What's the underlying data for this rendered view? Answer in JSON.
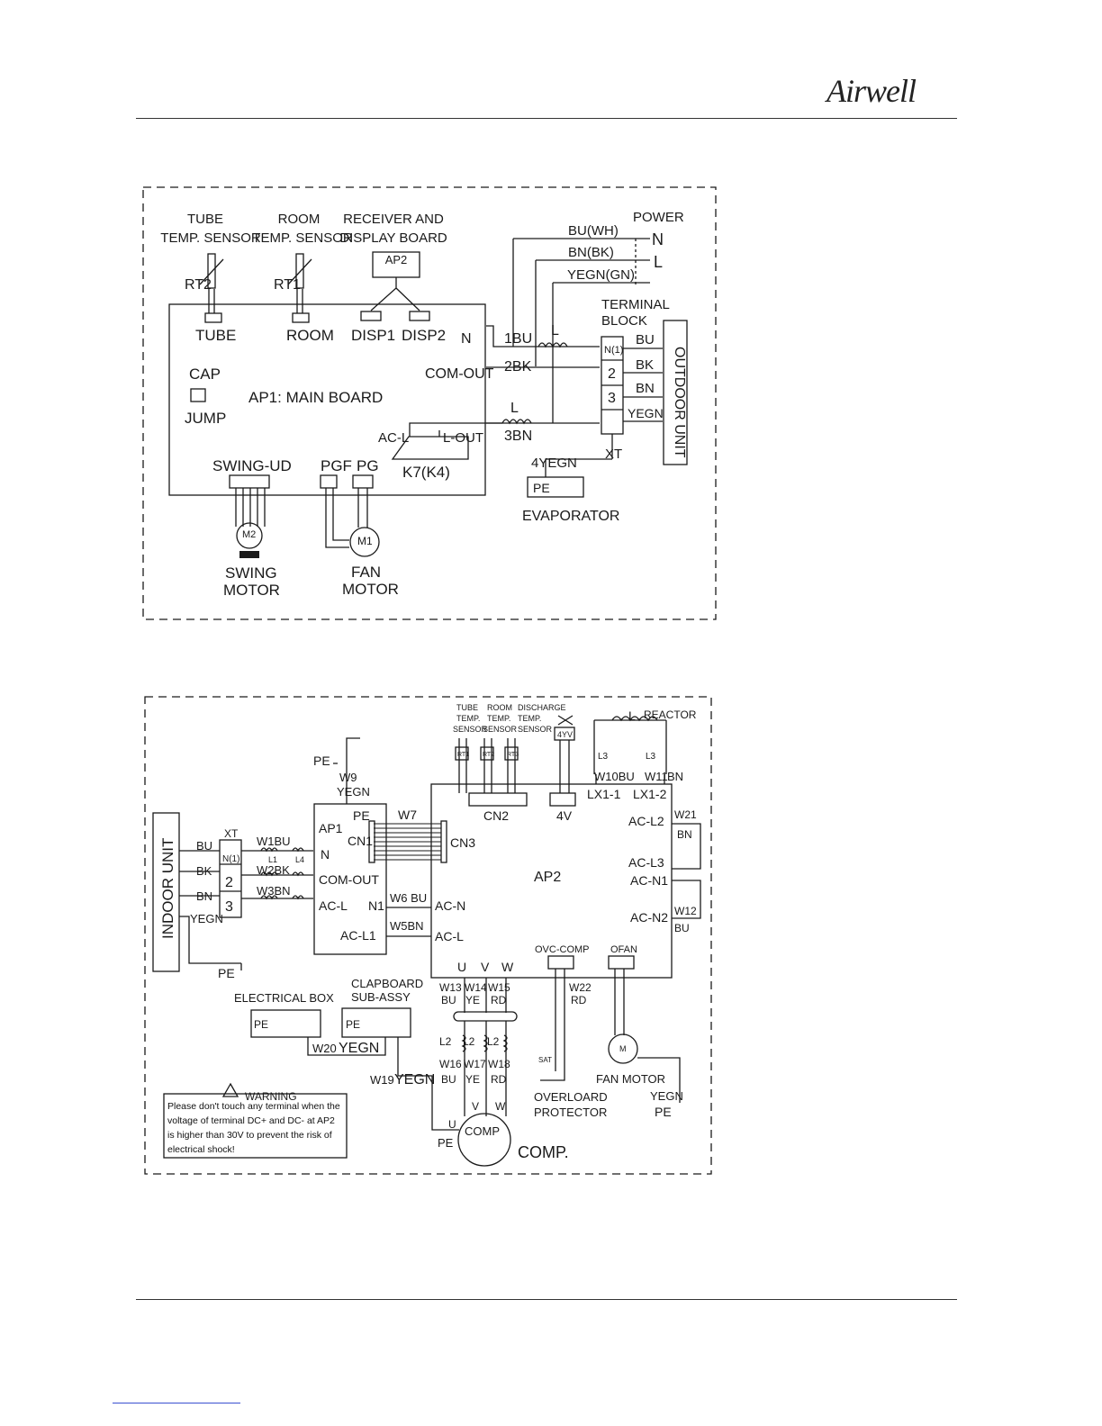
{
  "header": {
    "brand": "Airwell"
  },
  "indoor": {
    "tube_sensor": "TUBE",
    "temp_sensor": "TEMP. SENSOR",
    "room_sensor": "ROOM",
    "receiver": "RECEIVER AND",
    "display_board": "DISPLAY BOARD",
    "ap2": "AP2",
    "rt2": "RT2",
    "rt1": "RT1",
    "tube": "TUBE",
    "room": "ROOM",
    "disp1": "DISP1",
    "disp2": "DISP2",
    "cap": "CAP",
    "jump": "JUMP",
    "main_board": "AP1: MAIN BOARD",
    "swing_ud": "SWING-UD",
    "pgf": "PGF",
    "pg": "PG",
    "k7": "K7(K4)",
    "ac_l": "AC-L",
    "l_out": "L-OUT",
    "n": "N",
    "com_out": "COM-OUT",
    "w1": "1BU",
    "w2": "2BK",
    "w3": "3BN",
    "l": "L",
    "bu_wh": "BU(WH)",
    "bn_bk": "BN(BK)",
    "yegn_gn": "YEGN(GN)",
    "power": "POWER",
    "p_n": "N",
    "p_l": "L",
    "terminal": "TERMINAL",
    "block": "BLOCK",
    "t1": "N(1)",
    "t2": "2",
    "t3": "3",
    "bu": "BU",
    "bk": "BK",
    "bn": "BN",
    "yegn": "YEGN",
    "outdoor_unit": "OUTDOOR UNIT",
    "xt": "XT",
    "yegn4": "4YEGN",
    "pe": "PE",
    "evaporator": "EVAPORATOR",
    "m2": "M2",
    "m1": "M1",
    "swing_motor1": "SWING",
    "swing_motor2": "MOTOR",
    "fan_motor1": "FAN",
    "fan_motor2": "MOTOR"
  },
  "outdoor": {
    "indoor_unit": "INDOOR UNIT",
    "pe_top": "PE",
    "w9": "W9",
    "yegn_w9": "YEGN",
    "xt": "XT",
    "bu": "BU",
    "bk": "BK",
    "bn": "BN",
    "yegn": "YEGN",
    "t1": "N(1)",
    "t2": "2",
    "t3": "3",
    "w1bu": "W1BU",
    "w2bk": "W2BK",
    "w3bn": "W3BN",
    "l1": "L1",
    "l4": "L4",
    "ap1": "AP1",
    "pe": "PE",
    "cn1": "CN1",
    "n": "N",
    "com_out": "COM-OUT",
    "ac_l": "AC-L",
    "n1": "N1",
    "ac_l1": "AC-L1",
    "w7": "W7",
    "cn3": "CN3",
    "w6bu": "W6 BU",
    "w5bn": "W5BN",
    "ac_n": "AC-N",
    "ac_l_ap2": "AC-L",
    "ap2": "AP2",
    "tube1": "TUBE",
    "tube2": "TEMP.",
    "tube3": "SENSOR",
    "room1": "ROOM",
    "room2": "TEMP.",
    "room3": "SENSOR",
    "dis1": "DISCHARGE",
    "dis2": "TEMP.",
    "dis3": "SENSOR",
    "rt1": "RT1",
    "rt2": "RT2",
    "rt3": "RT3",
    "yv": "4YV",
    "l_reactor": "L",
    "reactor": "REACTOR",
    "l3a": "L3",
    "l3b": "L3",
    "w10bu": "W10BU",
    "w11": "W11",
    "bn_w11": "BN",
    "lx1": "LX1-1",
    "lx2": "LX1-2",
    "cn2": "CN2",
    "v4": "4V",
    "ac_l2": "AC-L2",
    "w21": "W21",
    "bn_w21": "BN",
    "ac_l3": "AC-L3",
    "ac_n1": "AC-N1",
    "ac_n2": "AC-N2",
    "w12": "W12",
    "bu_w12": "BU",
    "u": "U",
    "v": "V",
    "w": "W",
    "ovc": "OVC-COMP",
    "ofan": "OFAN",
    "w13": "W13",
    "bu13": "BU",
    "w14": "W14",
    "ye14": "YE",
    "w15": "W15",
    "rd15": "RD",
    "w22": "W22",
    "rd22": "RD",
    "l2a": "L2",
    "l2b": "L2",
    "l2c": "L2",
    "w16": "W16",
    "bu16": "BU",
    "w17": "W17",
    "ye17": "YE",
    "w18": "W18",
    "rd18": "RD",
    "sat": "SAT",
    "overload1": "OVERLOARD",
    "overload2": "PROTECTOR",
    "m": "M",
    "fan_motor": "FAN MOTOR",
    "yegn_fan": "YEGN",
    "pe_fan": "PE",
    "pe_indoor": "PE",
    "electrical_box": "ELECTRICAL BOX",
    "clap1": "CLAPBOARD",
    "clap2": "SUB-ASSY",
    "pe_box": "PE",
    "pe_clap": "PE",
    "w20": "W20",
    "yegn20": "YEGN",
    "w19": "W19",
    "yegn19": "YEGN",
    "cu": "U",
    "cv": "V",
    "cw": "W",
    "comp_label": "COMP",
    "comp_big": "COMP.",
    "pe_comp": "PE",
    "warning_title": "WARNING",
    "warning_text": "Please don't touch any terminal when the voltage of terminal DC+ and DC- at AP2 is higher than 30V to prevent the risk of electrical shock!"
  }
}
